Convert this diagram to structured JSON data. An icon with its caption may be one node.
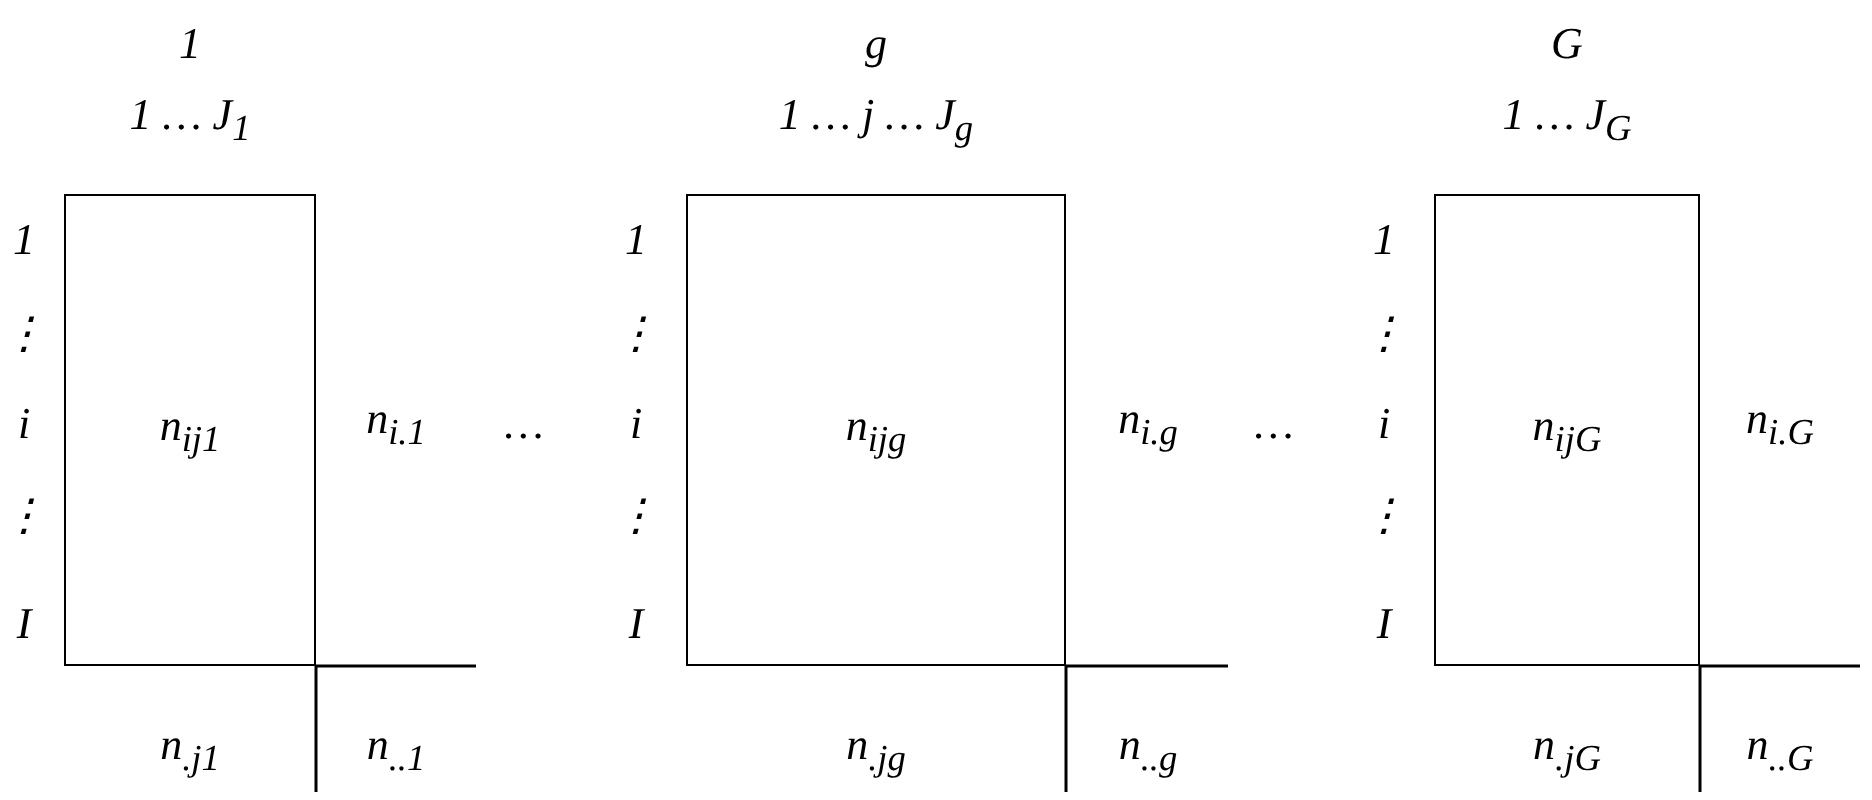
{
  "diagram": {
    "nodes": [
      {
        "text": [
          "n$_{ij1}$"
        ],
        "beside": [
          "1",
          "1 … J$_{1}$",
          "1",
          "⋮",
          "i",
          "⋮",
          "I",
          "n$_{i.1}$",
          "n$_{.j1}$",
          "n$_{..1}$"
        ]
      },
      {
        "text": [
          "n$_{ijg}$"
        ],
        "beside": [
          "g",
          "1 … j … J$_{g}$",
          "1",
          "⋮",
          "i",
          "⋮",
          "I",
          "n$_{i.g}$",
          "n$_{.jg}$",
          "n$_{..g}$"
        ]
      },
      {
        "text": [
          "n$_{ijG}$"
        ],
        "beside": [
          "G",
          "1 … J$_{G}$",
          "1",
          "⋮",
          "i",
          "⋮",
          "I",
          "n$_{i.G}$",
          "n$_{.jG}$",
          "n$_{..G}$"
        ]
      }
    ],
    "edges": [],
    "labels": [
      "…",
      "…"
    ]
  }
}
